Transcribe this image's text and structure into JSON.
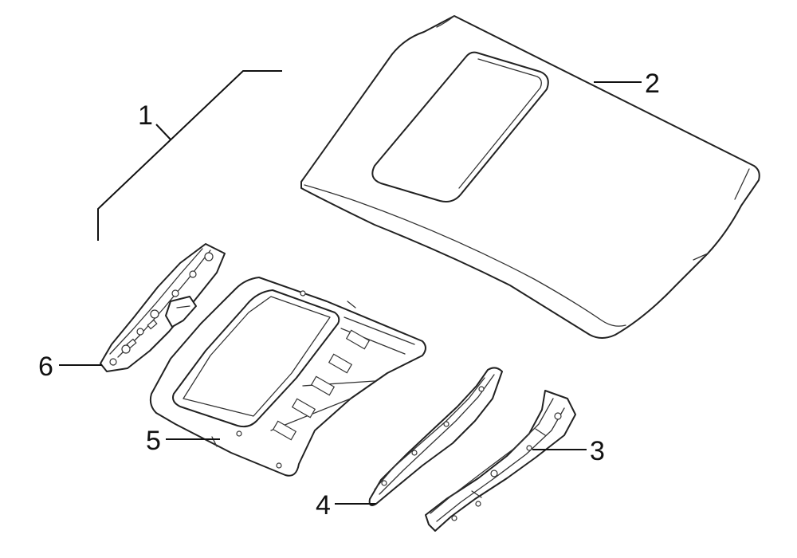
{
  "callouts": [
    {
      "id": "callout-1",
      "label": "1"
    },
    {
      "id": "callout-2",
      "label": "2"
    },
    {
      "id": "callout-3",
      "label": "3"
    },
    {
      "id": "callout-4",
      "label": "4"
    },
    {
      "id": "callout-5",
      "label": "5"
    },
    {
      "id": "callout-6",
      "label": "6"
    }
  ],
  "colors": {
    "line": "#222222",
    "background": "#ffffff"
  }
}
